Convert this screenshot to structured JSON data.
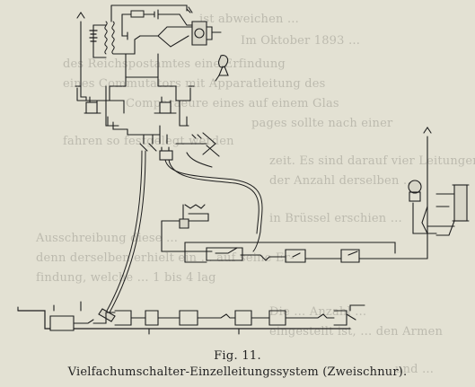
{
  "figure": {
    "label": "Fig. 11.",
    "caption": "Vielfachumschalter-Einzelleitungssystem (Zweischnur)."
  },
  "bleed_through": [
    "ist abweichen …",
    "Im Oktober 1893 …",
    "des Reichspostamtes eine Erfindung",
    "eines Commutators mit Apparatleitung des",
    "Comparaeure eines auf einem Glas",
    "pages sollte nach einer",
    "fahren so festgelegt werden",
    "zeit. Es sind darauf vier Leitungen und",
    "der Anzahl derselben …",
    "in Brüssel erschien …",
    "Ausschreibung diese …",
    "denn derselben erhielt ein … auf seine Er-",
    "findung, welche … 1 bis 4 lag",
    "Die … Anzahl …",
    "eingestellt ist, … den Armen",
    "und …"
  ]
}
